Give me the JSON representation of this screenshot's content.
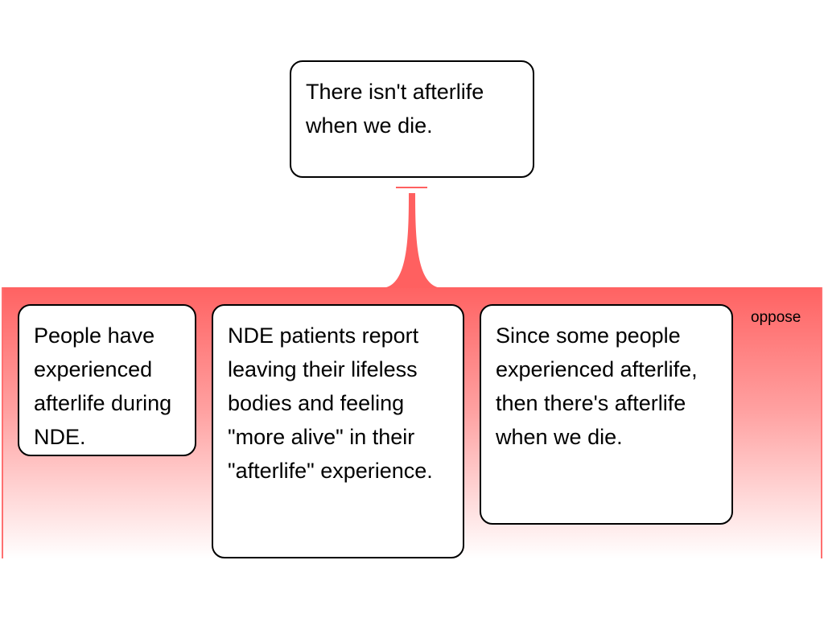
{
  "claim": {
    "text": "There isn't afterlife when we die."
  },
  "group": {
    "label": "oppose",
    "color": "#ff6060"
  },
  "premises": [
    {
      "text": "People have experienced afterlife during NDE."
    },
    {
      "text": "NDE patients report leaving their lifeless bodies and feeling \"more alive\" in their \"afterlife\" experience."
    },
    {
      "text": "Since some people experienced afterlife, then there's afterlife when we die."
    }
  ]
}
